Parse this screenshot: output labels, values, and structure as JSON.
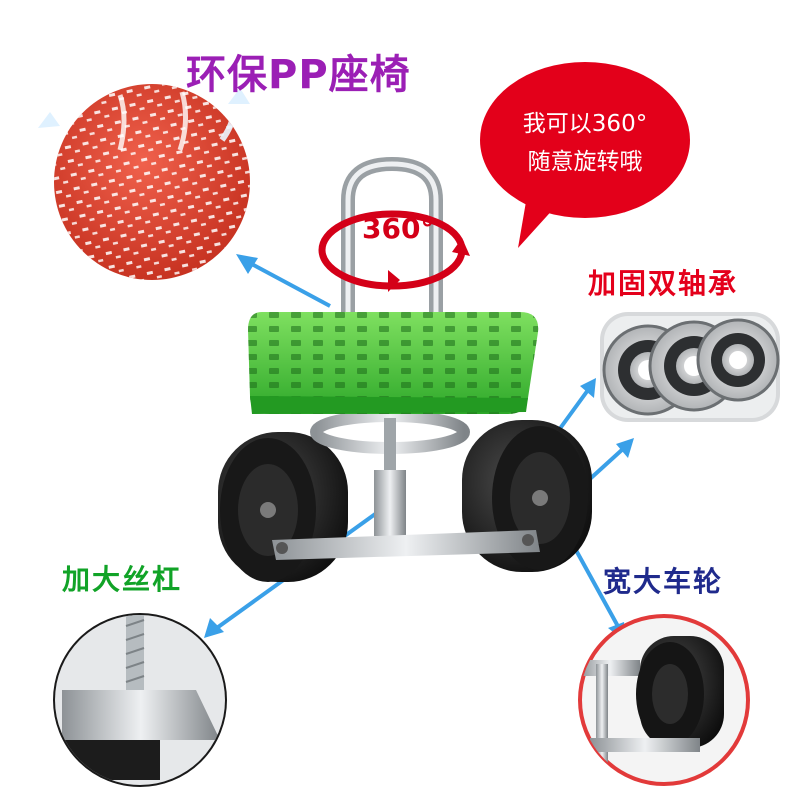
{
  "labels": {
    "pp_seat_title": "环保PP座椅",
    "bearing_title": "加固双轴承",
    "screw_title": "加大丝杠",
    "wheel_title": "宽大车轮"
  },
  "bubble": {
    "line1": "我可以360°",
    "line2": "随意旋转哦"
  },
  "rotation_badge": "360°",
  "colors": {
    "title_purple": "#9b1fb5",
    "label_red": "#e4001b",
    "label_green": "#11a327",
    "label_navy": "#1f2a8c",
    "arrow_blue": "#3aa0e8",
    "bubble_red": "#e3001a",
    "seat_green": "#4ccf3a"
  }
}
